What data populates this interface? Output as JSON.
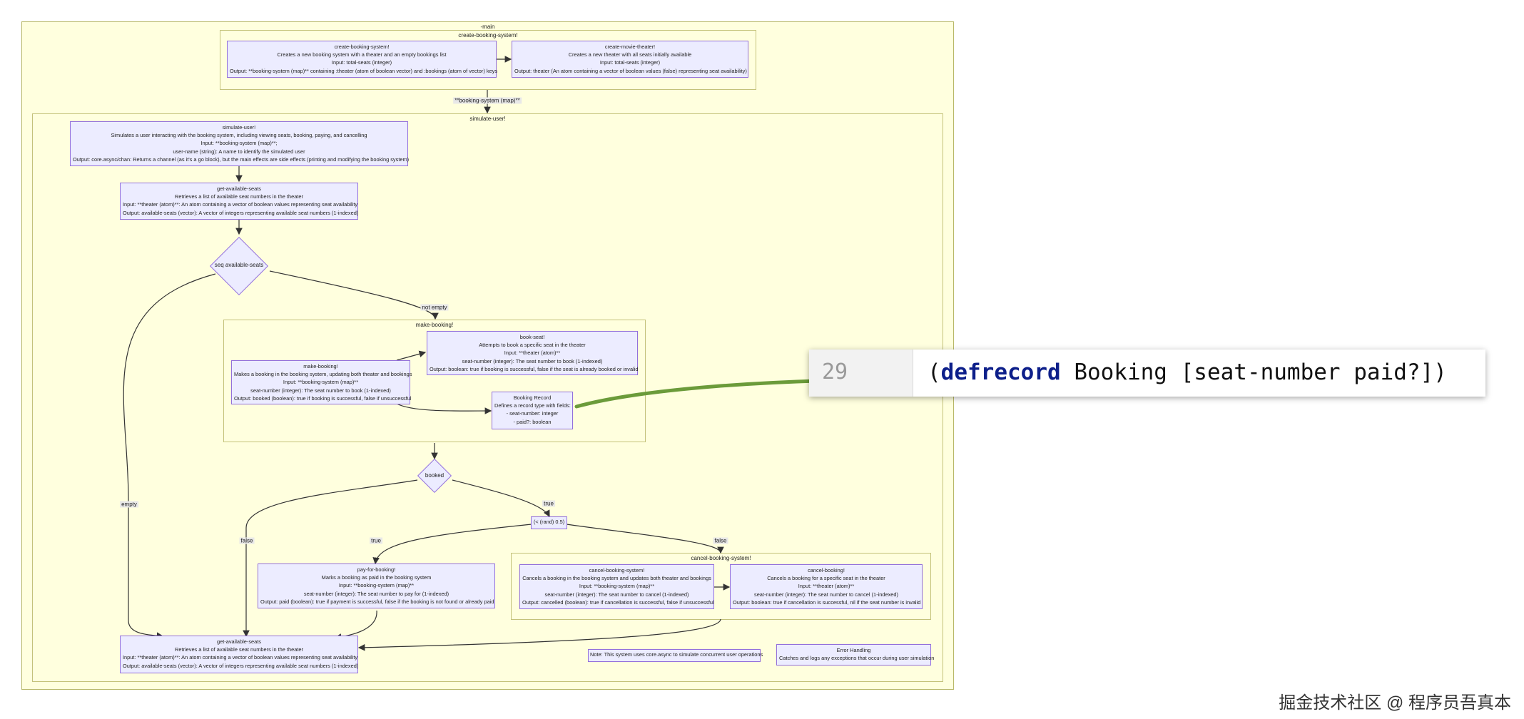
{
  "clusters": {
    "main": "-main",
    "create_booking_system": "create-booking-system!",
    "simulate_user": "simulate-user!",
    "make_booking": "make-booking!",
    "cancel_booking_system": "cancel-booking-system!"
  },
  "nodes": {
    "create_booking_system": [
      "create-booking-system!",
      "Creates a new booking system with a theater and an empty bookings list",
      "Input: total-seats (integer)",
      "Output: **booking-system (map)** containing :theater (atom of boolean vector) and :bookings (atom of vector) keys"
    ],
    "create_movie_theater": [
      "create-movie-theater!",
      "Creates a new theater with all seats initially available",
      "Input: total-seats (integer)",
      "Output: theater (An atom containing a vector of boolean values (false) representing seat availability)"
    ],
    "simulate_user": [
      "simulate-user!",
      "Simulates a user interacting with the booking system, including viewing seats, booking, paying, and cancelling",
      "Input: **booking-system (map)**;",
      "user-name (string): A name to identify the simulated user",
      "Output: core.async/chan: Returns a channel (as it's a go block), but the main effects are side effects (printing and modifying the booking system)"
    ],
    "get_available_seats_1": [
      "get-available-seats",
      "Retrieves a list of available seat numbers in the theater",
      "Input: **theater (atom)**: An atom containing a vector of boolean values representing seat availability",
      "Output: available-seats (vector): A vector of integers representing available seat numbers (1-indexed)"
    ],
    "book_seat": [
      "book-seat!",
      "Attempts to book a specific seat in the theater",
      "Input: **theater (atom)**",
      "seat-number (integer): The seat number to book (1-indexed)",
      "Output: boolean: true if booking is successful, false if the seat is already booked or invalid"
    ],
    "make_booking": [
      "make-booking!",
      "Makes a booking in the booking system, updating both theater and bookings",
      "Input: **booking-system (map)**",
      "seat-number (integer): The seat number to book (1-indexed)",
      "Output: booked (boolean): true if booking is successful, false if unsuccessful"
    ],
    "booking_record": [
      "Booking Record",
      "Defines a record type with fields:",
      "- seat-number: integer",
      "- paid?: boolean"
    ],
    "pay_for_booking": [
      "pay-for-booking!",
      "Marks a booking as paid in the booking system",
      "Input: **booking-system (map)**",
      "seat-number (integer): The seat number to pay for (1-indexed)",
      "Output: paid (boolean): true if payment is successful, false if the booking is not found or already paid"
    ],
    "rand_node": [
      "(< (rand) 0.5)"
    ],
    "cancel_booking_system": [
      "cancel-booking-system!",
      "Cancels a booking in the booking system and updates both theater and bookings",
      "Input: **booking-system (map)**",
      "seat-number (integer): The seat number to cancel (1-indexed)",
      "Output: cancelled (boolean): true if cancellation is successful, false if unsuccessful"
    ],
    "cancel_booking": [
      "cancel-booking!",
      "Cancels a booking for a specific seat in the theater",
      "Input: **theater (atom)**",
      "seat-number (integer): The seat number to cancel (1-indexed)",
      "Output: boolean: true if cancellation is successful, nil if the seat number is invalid"
    ],
    "get_available_seats_2": [
      "get-available-seats",
      "Retrieves a list of available seat numbers in the theater",
      "Input: **theater (atom)**: An atom containing a vector of boolean values representing seat availability",
      "Output: available-seats (vector): A vector of integers representing available seat numbers (1-indexed)"
    ],
    "note": [
      "Note: This system uses core.async to simulate concurrent user operations"
    ],
    "error_handling": [
      "Error Handling",
      "Catches and logs any exceptions that occur during user simulation"
    ]
  },
  "decisions": {
    "seq_available_seats": "seq available-seats",
    "booked": "booked"
  },
  "edge_labels": {
    "booking_system_map": "**booking-system (map)**",
    "not_empty": "not empty",
    "empty": "empty",
    "true_booked": "true",
    "false_booked": "false",
    "true_rand": "true",
    "false_rand": "false"
  },
  "code_popup": {
    "line_number": "29",
    "open_paren": "(",
    "keyword": "defrecord",
    "rest": " Booking [seat-number paid?])"
  },
  "colors": {
    "cluster_bg": "#ffffde",
    "node_bg": "#ececff",
    "node_border": "#9370db",
    "arrow": "#6b9b3a",
    "keyword": "#0d1f8a"
  },
  "watermark": "掘金技术社区 @ 程序员吾真本"
}
